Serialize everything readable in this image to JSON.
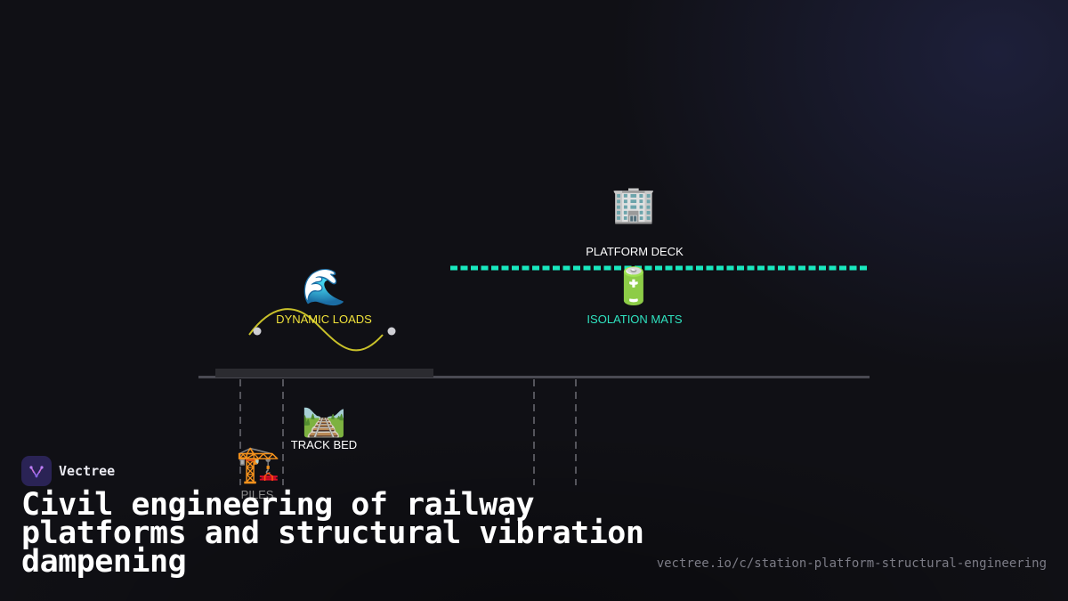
{
  "colors": {
    "background": "#101015",
    "accent_teal": "#19e8bf",
    "wave_yellow": "#c9c12a",
    "ground_line": "#4a4a52",
    "dashed_piles": "#55555c",
    "label_white": "#ffffff",
    "label_dynamic": "#f0e23a",
    "label_isolation": "#2fe3c0",
    "label_piles": "#8a8a8a"
  },
  "diagram": {
    "nodes": [
      {
        "id": "platform-deck",
        "label": "PLATFORM DECK",
        "icon": "office-building-icon",
        "glyph": "🏢"
      },
      {
        "id": "isolation-mats",
        "label": "ISOLATION MATS",
        "icon": "battery-icon",
        "glyph": "🔋"
      },
      {
        "id": "dynamic-loads",
        "label": "DYNAMIC LOADS",
        "icon": "water-wave-icon",
        "glyph": "🌊"
      },
      {
        "id": "track-bed",
        "label": "TRACK BED",
        "icon": "railway-track-icon",
        "glyph": "🛤️"
      },
      {
        "id": "piles",
        "label": "PILES",
        "icon": "construction-crane-icon",
        "glyph": "🏗️"
      }
    ]
  },
  "brand": {
    "name": "Vectree",
    "logo_icon": "vectree-logo-icon"
  },
  "title": "Civil engineering of railway platforms and structural vibration dampening",
  "url": "vectree.io/c/station-platform-structural-engineering"
}
